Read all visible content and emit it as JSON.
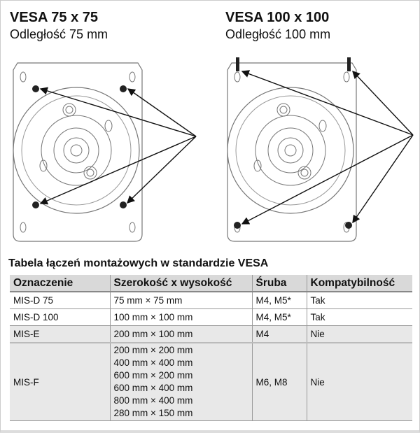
{
  "left": {
    "title": "VESA 75 x 75",
    "subtitle": "Odległość 75 mm"
  },
  "right": {
    "title": "VESA 100 x 100",
    "subtitle": "Odległość 100 mm"
  },
  "table": {
    "title": "Tabela łączeń montażowych w standardzie VESA",
    "headers": [
      "Oznaczenie",
      "Szerokość x wysokość",
      "Śruba",
      "Kompatybilność"
    ],
    "rows": [
      {
        "name": "MIS-D 75",
        "sizes": [
          "75 mm × 75 mm"
        ],
        "screw": "M4, M5*",
        "compat": "Tak"
      },
      {
        "name": "MIS-D 100",
        "sizes": [
          "100 mm × 100 mm"
        ],
        "screw": "M4, M5*",
        "compat": "Tak"
      },
      {
        "name": "MIS-E",
        "sizes": [
          "200 mm × 100 mm"
        ],
        "screw": "M4",
        "compat": "Nie"
      },
      {
        "name": "MIS-F",
        "sizes": [
          "200 mm × 200 mm",
          "400 mm × 400 mm",
          "600 mm × 200 mm",
          "600 mm × 400 mm",
          "800 mm × 400 mm",
          "280 mm × 150 mm"
        ],
        "screw": "M6, M8",
        "compat": "Nie"
      }
    ]
  }
}
